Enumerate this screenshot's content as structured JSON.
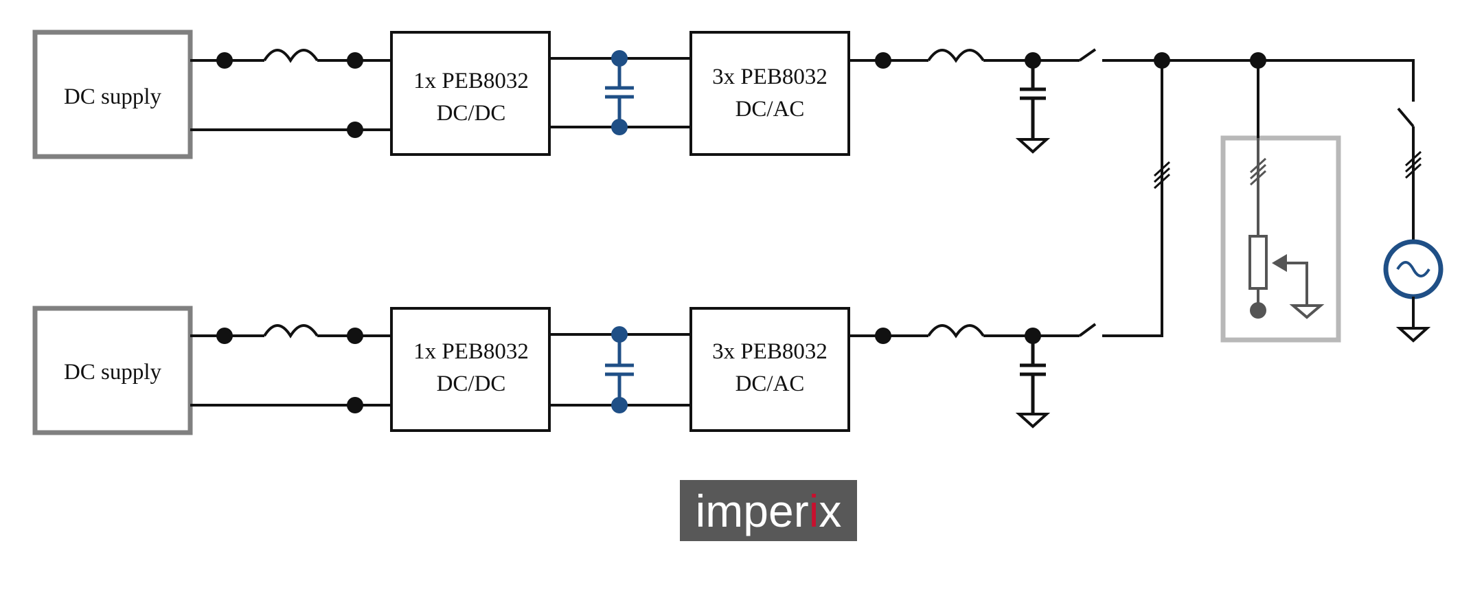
{
  "colors": {
    "wire": "#111111",
    "supply_border": "#808080",
    "capacitor": "#1f4f86",
    "source": "#1f4f86",
    "load_frame": "#b8b8b8",
    "load": "#555555",
    "logo_bg": "#585858",
    "logo_accent": "#c8102e"
  },
  "lanes": [
    {
      "supply_label": "DC supply",
      "dcdc_line1": "1x PEB8032",
      "dcdc_line2": "DC/DC",
      "dcac_line1": "3x PEB8032",
      "dcac_line2": "DC/AC"
    },
    {
      "supply_label": "DC supply",
      "dcdc_line1": "1x PEB8032",
      "dcdc_line2": "DC/DC",
      "dcac_line1": "3x PEB8032",
      "dcac_line2": "DC/AC"
    }
  ],
  "logo": {
    "text_before": "imper",
    "text_accent": "i",
    "text_after": "x"
  },
  "icons": {
    "grid_source": "ac-source-icon",
    "load": "variable-resistor-icon",
    "ground": "ground-icon"
  }
}
